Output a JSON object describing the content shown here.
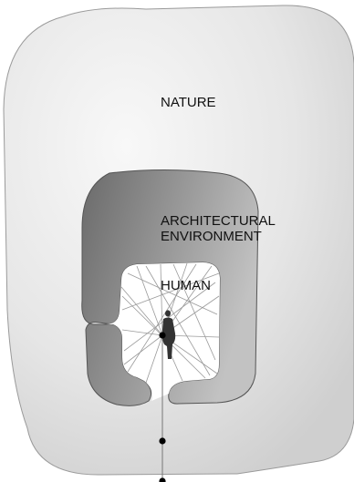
{
  "labels": {
    "nature": "NATURE",
    "architectural_lines": [
      "ARCHITECTURAL",
      "ENVIRONMENT"
    ],
    "human": "HUMAN"
  },
  "colors": {
    "nature_fill_light": "#f7f7f7",
    "nature_fill_dark": "#d3d3d3",
    "architecture_fill_dark": "#6a6a6a",
    "architecture_fill_light": "#b4b4b4",
    "human_space_fill": "#ffffff",
    "outline": "#4a4a4a",
    "sightline": "#9a9a9a",
    "figure": "#333333",
    "dot": "#000000"
  },
  "icons": {
    "figure": "person-icon",
    "points": "black-dot"
  }
}
